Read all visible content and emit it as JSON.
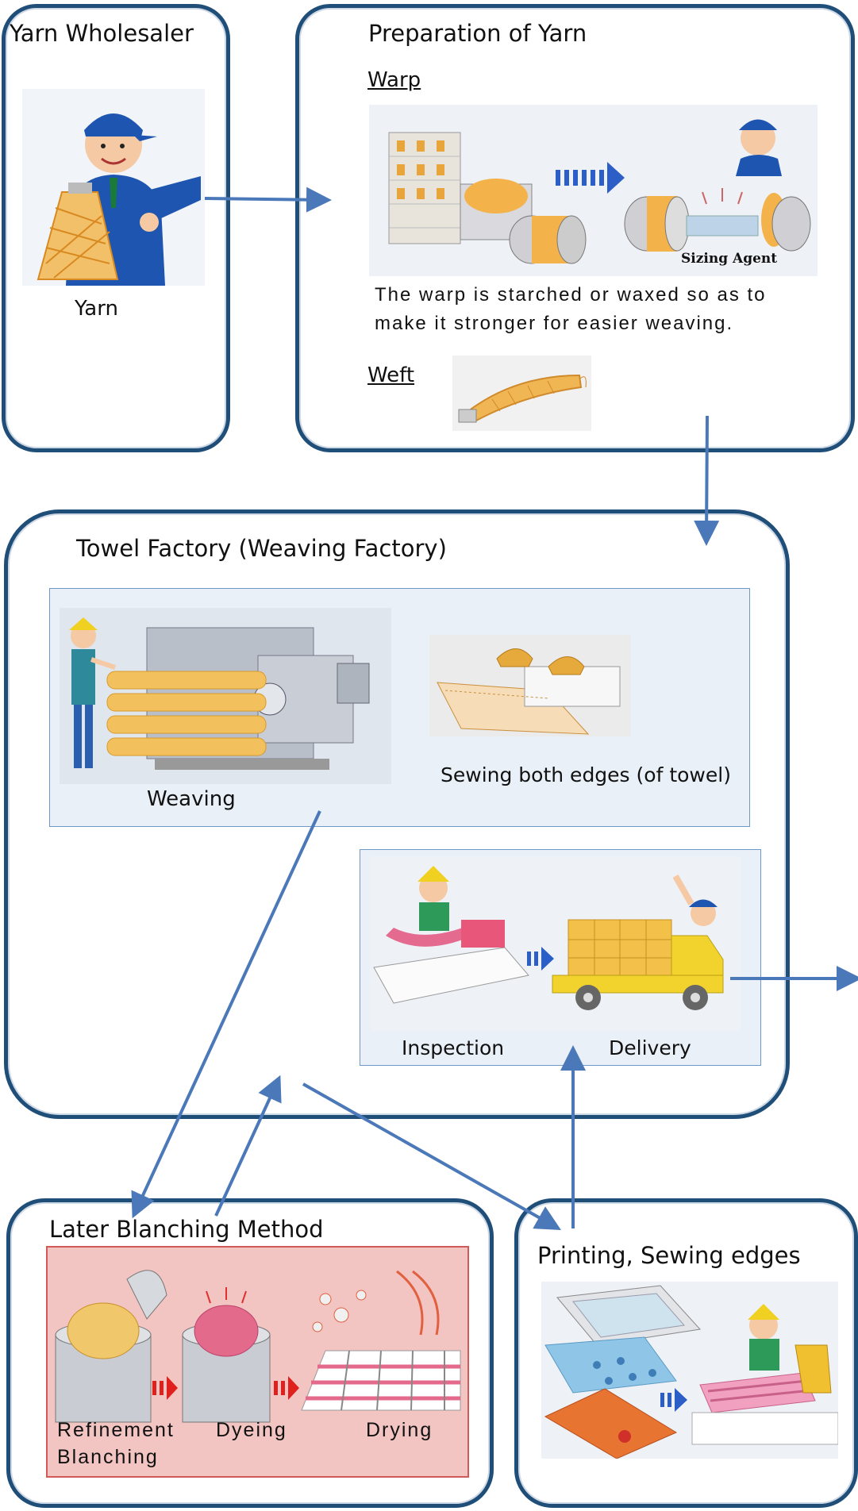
{
  "colors": {
    "border": "#1f4e79",
    "arrow": "#4a78b8",
    "panel_blue": "#e9f0f8",
    "panel_pink": "#f3c5c2",
    "yarn": "#e8a53c",
    "uniform": "#1d55b0"
  },
  "yarn_wholesaler": {
    "title": "Yarn Wholesaler",
    "caption": "Yarn",
    "icon": "worker-with-yarn-icon"
  },
  "preparation": {
    "title": "Preparation of Yarn",
    "warp_label": "Warp",
    "sizing_agent": "Sizing Agent",
    "description": "The warp is starched or waxed so as to make it stronger for easier weaving.",
    "weft_label": "Weft"
  },
  "factory": {
    "title": "Towel Factory (Weaving Factory)",
    "weaving": "Weaving",
    "sewing_edges": "Sewing both edges (of towel)",
    "inspection": "Inspection",
    "delivery": "Delivery"
  },
  "blanching": {
    "title": "Later Blanching Method",
    "step1_line1": "Refinement",
    "step1_line2": "Blanching",
    "step2": "Dyeing",
    "step3": "Drying"
  },
  "printing": {
    "title": "Printing, Sewing edges"
  }
}
